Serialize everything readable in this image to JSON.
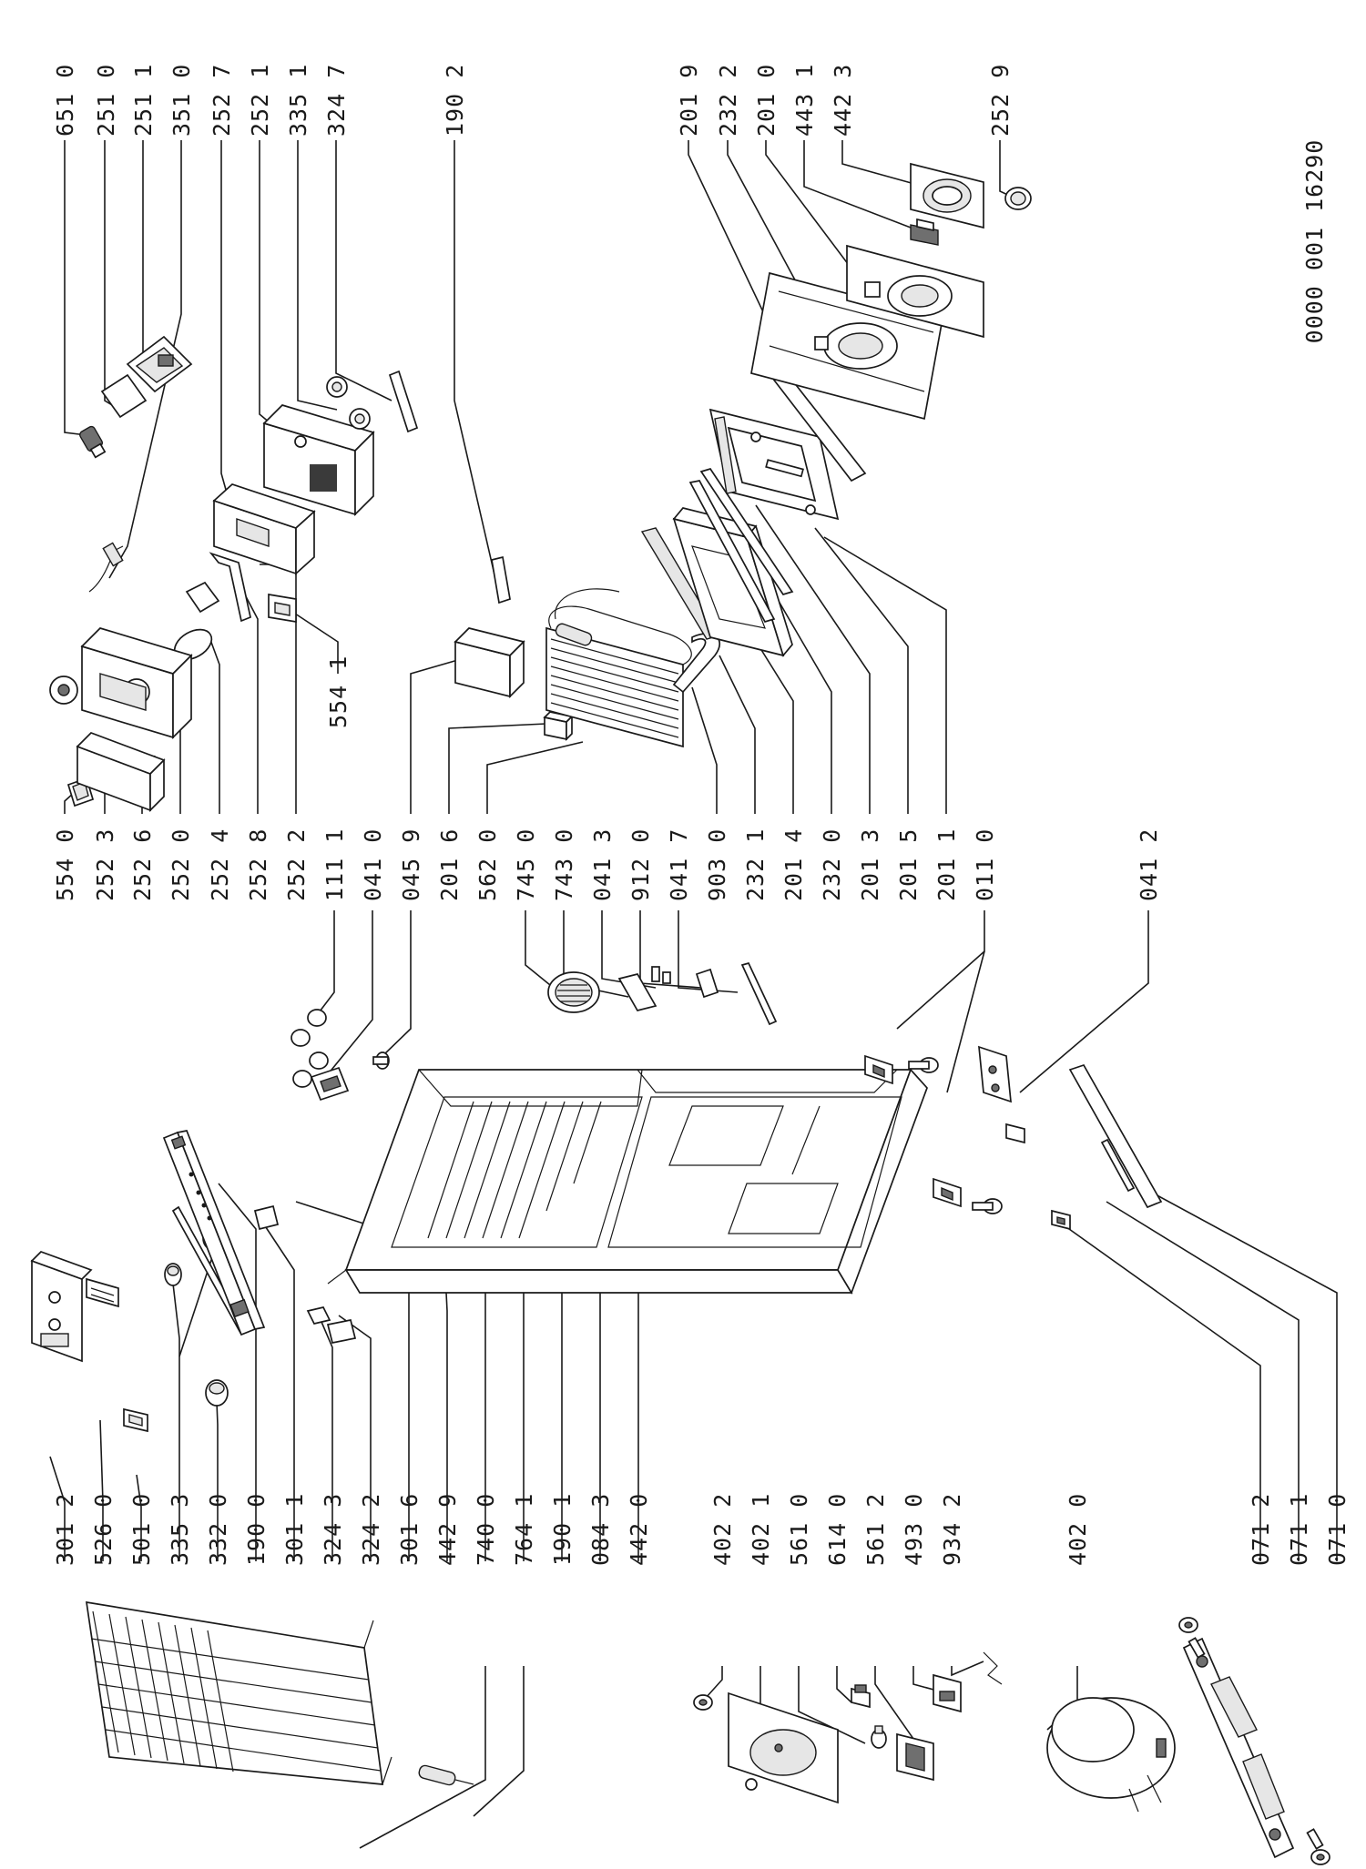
{
  "drawing_code": "0000 001  16290",
  "callouts": {
    "top_row": [
      "651 0",
      "251 0",
      "251 1",
      "351 0",
      "252 7",
      "252 1",
      "335 1",
      "324 7",
      "190 2",
      "201 9",
      "232 2",
      "201 0",
      "443 1",
      "442 3",
      "252 9"
    ],
    "rear_group": [
      "554 1"
    ],
    "middle_column": [
      "554 0",
      "252 3",
      "252 6",
      "252 0",
      "252 4",
      "252 8",
      "252 2",
      "111 1",
      "041 0",
      "045 9",
      "201 6",
      "562 0",
      "745 0",
      "743 0",
      "041 3",
      "912 0",
      "041 7",
      "903 0",
      "232 1",
      "201 4",
      "232 0",
      "201 3",
      "201 5",
      "201 1",
      "011 0",
      "041 2"
    ],
    "left_column": [
      "301 2",
      "526 0",
      "501 0",
      "335 3",
      "332 0",
      "190 0",
      "301 1",
      "324 3",
      "324 2",
      "301 6",
      "442 9",
      "740 0",
      "764 1",
      "190 1",
      "084 3",
      "442 0"
    ],
    "bottom_left": [
      "402 2",
      "402 1",
      "561 0",
      "614 0",
      "561 2",
      "493 0",
      "934 2",
      "402 0"
    ],
    "bottom_right": [
      "071 2",
      "071 1",
      "071 0"
    ]
  }
}
